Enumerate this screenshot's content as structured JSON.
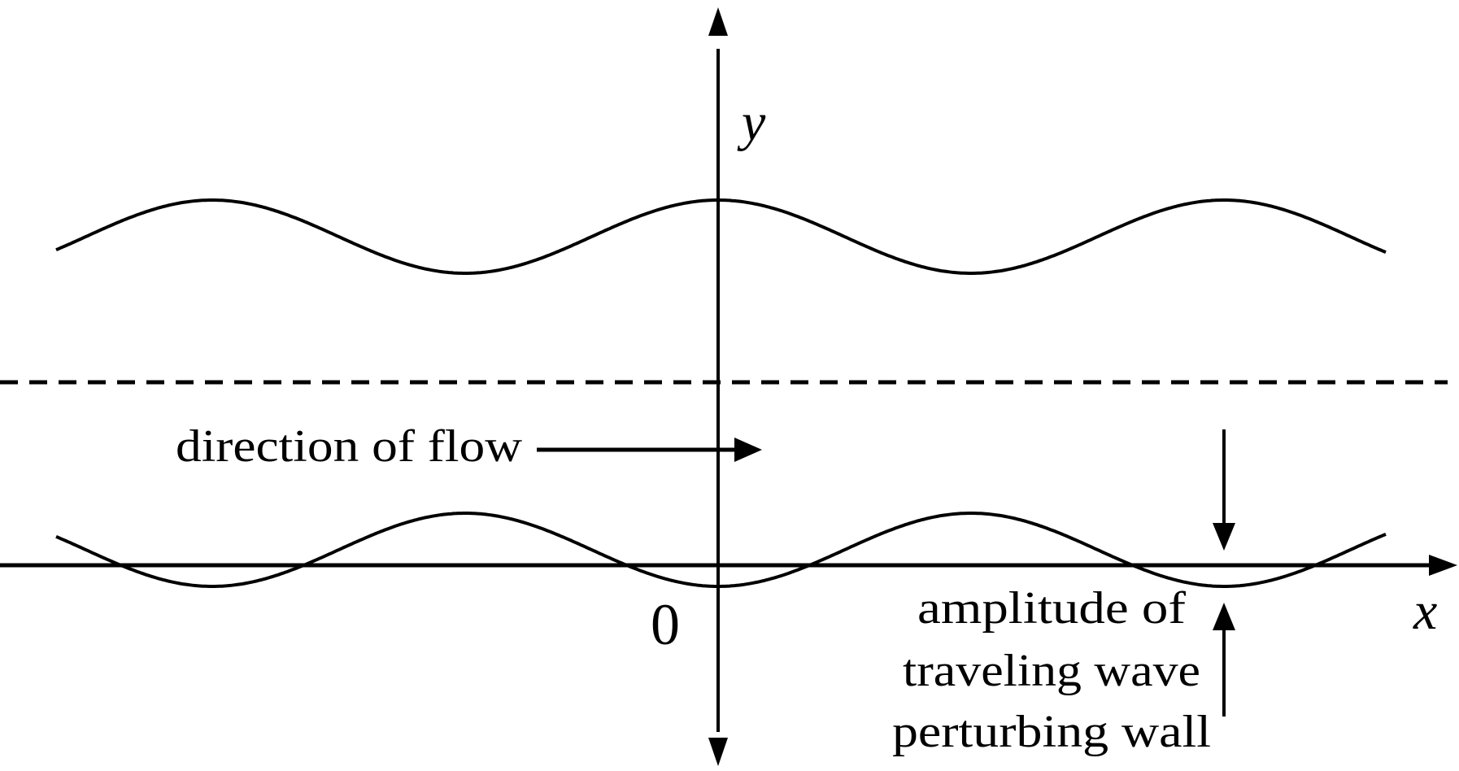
{
  "diagram": {
    "axes": {
      "x_label": "x",
      "y_label": "y",
      "origin_label": "0"
    },
    "annotations": {
      "flow_label": "direction of flow",
      "amplitude_lines": [
        "amplitude of",
        "traveling wave",
        "perturbing wall"
      ]
    },
    "elements": {
      "upper_wall": "sinusoidal upper wall",
      "lower_wall": "sinusoidal lower wall (perturbing wall)",
      "centerline": "dashed centerline"
    },
    "colors": {
      "stroke": "#000000",
      "background": "#ffffff"
    }
  }
}
